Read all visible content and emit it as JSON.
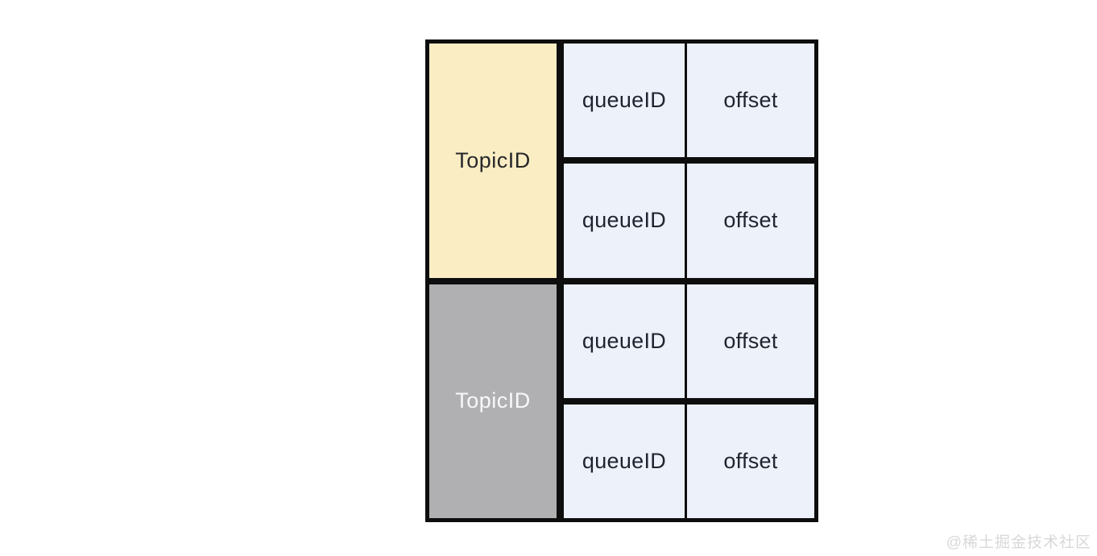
{
  "page": {
    "background": "#ffffff",
    "watermark_text": "@稀土掘金技术社区",
    "watermark_color": "#d8d8d8"
  },
  "diagram": {
    "border_color": "#0e0e0e",
    "cell_bg": "#ecf1fa",
    "cell_text_color": "#1f2430",
    "sections": [
      {
        "topic_label": "TopicID",
        "topic_bg": "#faedc3",
        "topic_text_color": "#28282c",
        "rows": [
          {
            "queue_label": "queueID",
            "offset_label": "offset"
          },
          {
            "queue_label": "queueID",
            "offset_label": "offset"
          }
        ]
      },
      {
        "topic_label": "TopicID",
        "topic_bg": "#b0b0b3",
        "topic_text_color": "#f8f8f8",
        "rows": [
          {
            "queue_label": "queueID",
            "offset_label": "offset"
          },
          {
            "queue_label": "queueID",
            "offset_label": "offset"
          }
        ]
      }
    ]
  }
}
